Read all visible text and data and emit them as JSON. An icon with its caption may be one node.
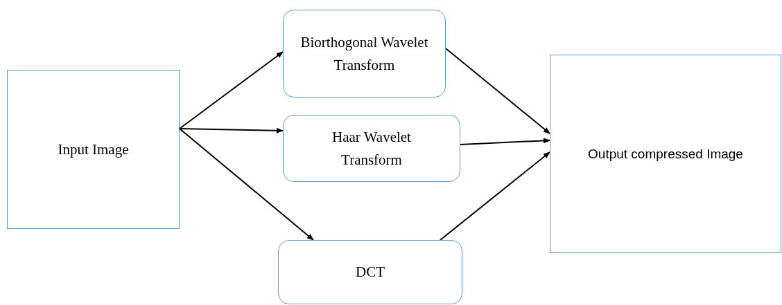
{
  "diagram": {
    "nodes": [
      {
        "text": [
          "Input Image"
        ]
      },
      {
        "text": [
          "Biorthogonal Wavelet Transform"
        ]
      },
      {
        "text": [
          "Haar Wavelet Transform"
        ]
      },
      {
        "text": [
          "DCT"
        ]
      },
      {
        "text": [
          "Output compressed Image"
        ]
      }
    ],
    "edges": [
      {
        "from": 0,
        "to": 1,
        "arrow": "to"
      },
      {
        "from": 0,
        "to": 2,
        "arrow": "to"
      },
      {
        "from": 0,
        "to": 3,
        "arrow": "to"
      },
      {
        "from": 1,
        "to": 4,
        "arrow": "to"
      },
      {
        "from": 2,
        "to": 4,
        "arrow": "to"
      },
      {
        "from": 3,
        "to": 4,
        "arrow": "to"
      }
    ]
  }
}
